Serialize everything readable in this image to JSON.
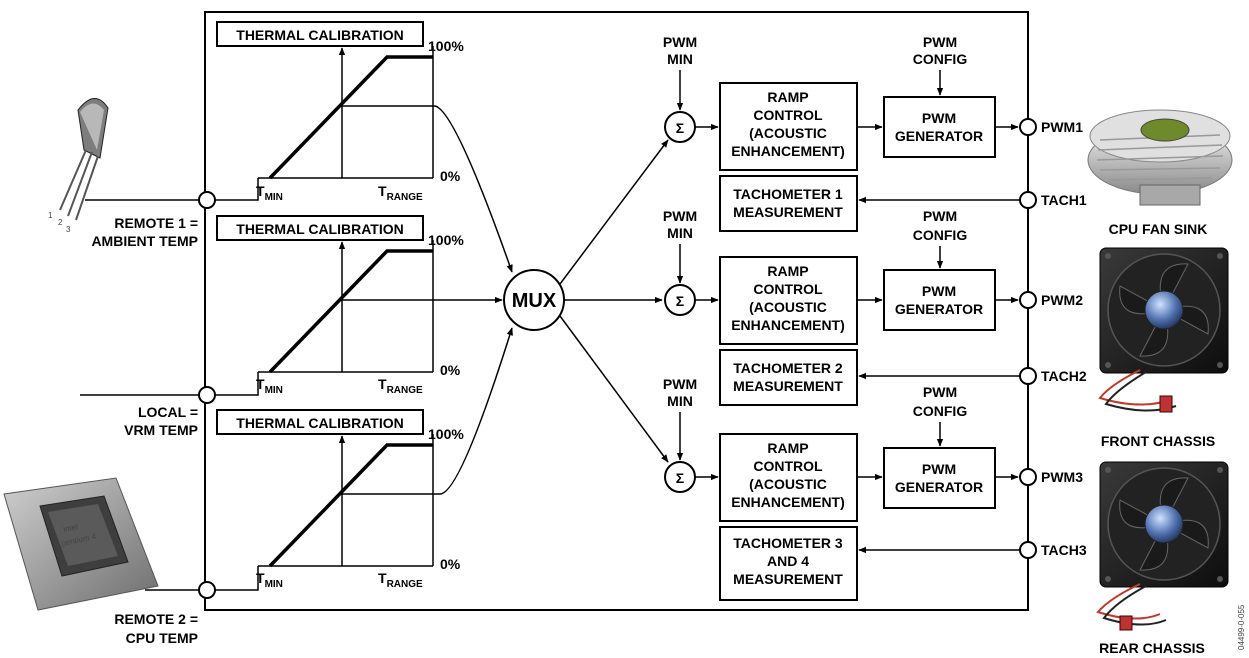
{
  "inputs": [
    {
      "label_line1": "REMOTE 1 =",
      "label_line2": "AMBIENT TEMP"
    },
    {
      "label_line1": "LOCAL =",
      "label_line2": "VRM TEMP"
    },
    {
      "label_line1": "REMOTE 2 =",
      "label_line2": "CPU TEMP"
    }
  ],
  "calibration": {
    "title": "THERMAL CALIBRATION",
    "top_pct": "100%",
    "bottom_pct": "0%",
    "tmin": "T",
    "tmin_sub": "MIN",
    "trange": "T",
    "trange_sub": "RANGE"
  },
  "mux": {
    "label": "MUX"
  },
  "sum_symbol": "Σ",
  "channels": [
    {
      "pwm_min_1": "PWM",
      "pwm_min_2": "MIN",
      "pwm_config_1": "PWM",
      "pwm_config_2": "CONFIG",
      "ramp": [
        "RAMP",
        "CONTROL",
        "(ACOUSTIC",
        "ENHANCEMENT)"
      ],
      "gen": [
        "PWM",
        "GENERATOR"
      ],
      "tach": [
        "TACHOMETER 1",
        "MEASUREMENT"
      ],
      "pwm_pin": "PWM1",
      "tach_pin": "TACH1",
      "fan_label": "CPU FAN SINK"
    },
    {
      "pwm_min_1": "PWM",
      "pwm_min_2": "MIN",
      "pwm_config_1": "PWM",
      "pwm_config_2": "CONFIG",
      "ramp": [
        "RAMP",
        "CONTROL",
        "(ACOUSTIC",
        "ENHANCEMENT)"
      ],
      "gen": [
        "PWM",
        "GENERATOR"
      ],
      "tach": [
        "TACHOMETER 2",
        "MEASUREMENT"
      ],
      "pwm_pin": "PWM2",
      "tach_pin": "TACH2",
      "fan_label": "FRONT CHASSIS"
    },
    {
      "pwm_min_1": "PWM",
      "pwm_min_2": "MIN",
      "pwm_config_1": "PWM",
      "pwm_config_2": "CONFIG",
      "ramp": [
        "RAMP",
        "CONTROL",
        "(ACOUSTIC",
        "ENHANCEMENT)"
      ],
      "gen": [
        "PWM",
        "GENERATOR"
      ],
      "tach": [
        "TACHOMETER 3",
        "AND 4",
        "MEASUREMENT"
      ],
      "pwm_pin": "PWM3",
      "tach_pin": "TACH3",
      "fan_label": "REAR CHASSIS"
    }
  ],
  "figure_id": "04499-0-055",
  "icons": [
    "thermistor-icon",
    "cpu-chip-icon",
    "heatsink-fan-icon",
    "chassis-fan-icon"
  ]
}
